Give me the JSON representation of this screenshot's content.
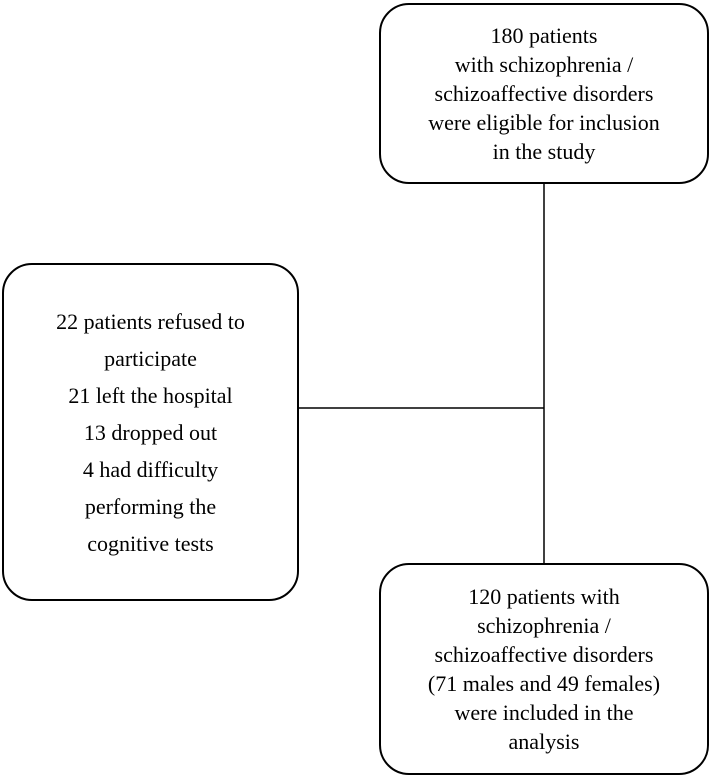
{
  "diagram": {
    "eligible_box": {
      "lines": [
        "180 patients",
        "with schizophrenia /",
        "schizoaffective disorders",
        "were eligible for inclusion",
        "in the study"
      ]
    },
    "excluded_box": {
      "items": [
        {
          "lines": [
            "22 patients refused to",
            "participate"
          ]
        },
        {
          "lines": [
            "21 left the hospital"
          ]
        },
        {
          "lines": [
            "13 dropped out"
          ]
        },
        {
          "lines": [
            "4 had difficulty",
            "performing the",
            "cognitive tests"
          ]
        }
      ]
    },
    "included_box": {
      "lines": [
        "120 patients with",
        "schizophrenia /",
        "schizoaffective disorders",
        "(71 males and 49 females)",
        "were included in the",
        "analysis"
      ]
    }
  }
}
